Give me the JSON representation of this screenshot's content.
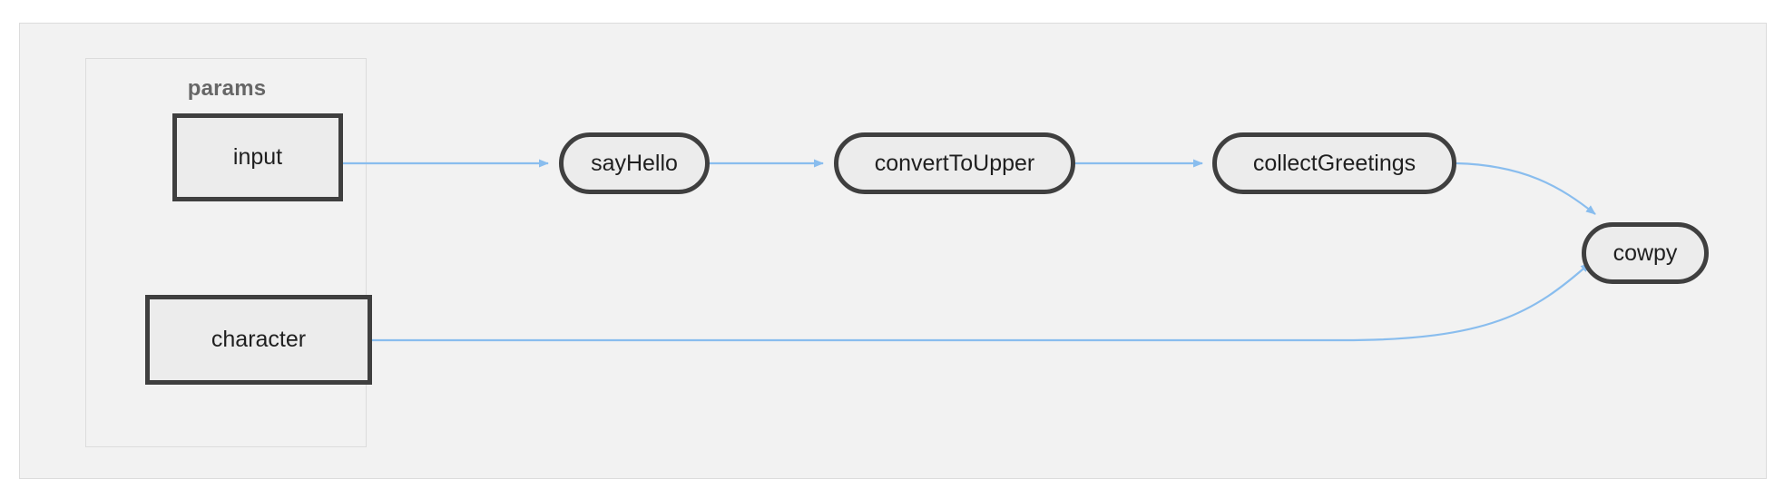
{
  "diagram": {
    "type": "flowchart",
    "direction": "left-to-right",
    "background_color": "#f2f2f2",
    "edge_color": "#89bdee",
    "node_border_color": "#3f3f3f",
    "node_fill_color": "#ececec",
    "cluster_border_color": "#dcdcdc",
    "cluster_label_color": "#666666",
    "clusters": [
      {
        "id": "params",
        "label": "params"
      }
    ],
    "nodes": [
      {
        "id": "input",
        "label": "input",
        "shape": "rect",
        "cluster": "params"
      },
      {
        "id": "character",
        "label": "character",
        "shape": "rect",
        "cluster": "params"
      },
      {
        "id": "sayHello",
        "label": "sayHello",
        "shape": "stadium",
        "cluster": null
      },
      {
        "id": "convertToUpper",
        "label": "convertToUpper",
        "shape": "stadium",
        "cluster": null
      },
      {
        "id": "collectGreetings",
        "label": "collectGreetings",
        "shape": "stadium",
        "cluster": null
      },
      {
        "id": "cowpy",
        "label": "cowpy",
        "shape": "stadium",
        "cluster": null
      }
    ],
    "edges": [
      {
        "from": "input",
        "to": "sayHello",
        "style": "arrow"
      },
      {
        "from": "sayHello",
        "to": "convertToUpper",
        "style": "arrow"
      },
      {
        "from": "convertToUpper",
        "to": "collectGreetings",
        "style": "arrow"
      },
      {
        "from": "collectGreetings",
        "to": "cowpy",
        "style": "arrow-curved"
      },
      {
        "from": "character",
        "to": "cowpy",
        "style": "arrow-curved"
      }
    ]
  }
}
